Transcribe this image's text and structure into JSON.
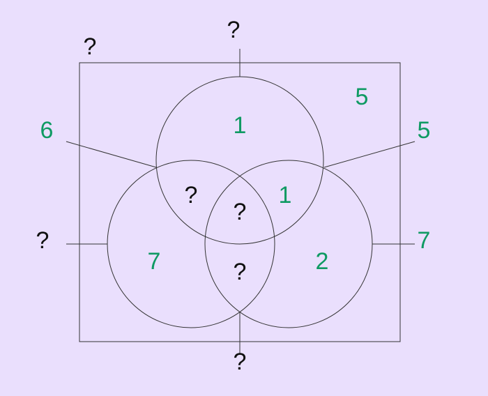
{
  "diagram": {
    "outside_count": "5",
    "universal_total": "?",
    "circle_totals": {
      "top": "?",
      "top_left_pair": "6",
      "top_right_pair": "5",
      "left": "?",
      "right": "7",
      "bottom_pair": "?"
    },
    "regions": {
      "only_top": "1",
      "top_and_left": "?",
      "top_and_right": "1",
      "all_three": "?",
      "only_left": "7",
      "left_and_right": "?",
      "only_right": "2"
    },
    "colors": {
      "background": "#eadffd",
      "given_value": "#0f9a63",
      "unknown_value": "#111111",
      "lines": "#333333"
    }
  }
}
